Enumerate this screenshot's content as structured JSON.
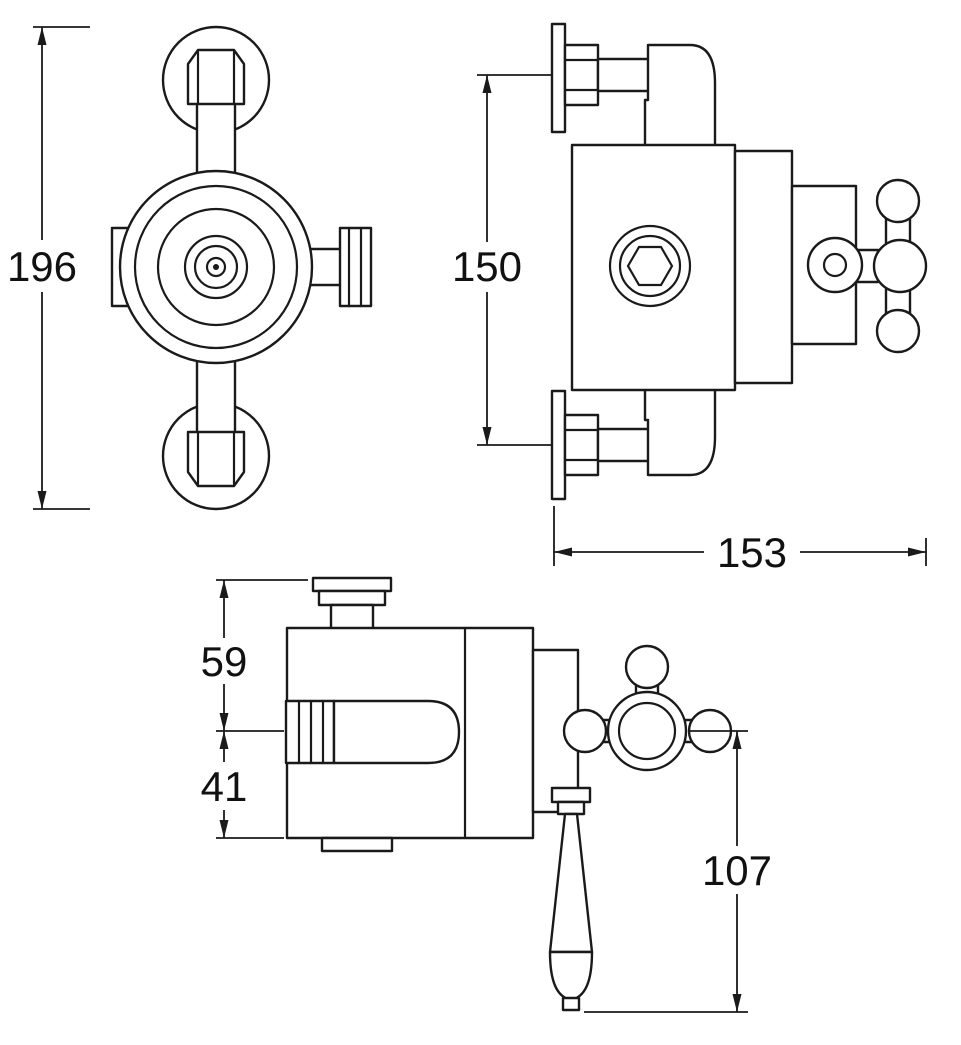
{
  "drawing": {
    "type": "technical-dimension-drawing",
    "subject": "exposed thermostatic shower valve",
    "background_color": "#ffffff",
    "line_color": "#1a1a1a"
  },
  "dimensions": {
    "overall_height": "196",
    "inlet_centres": "150",
    "overall_depth": "153",
    "outlet_to_spindle": "59",
    "spindle_to_front": "41",
    "lever_projection": "107"
  }
}
